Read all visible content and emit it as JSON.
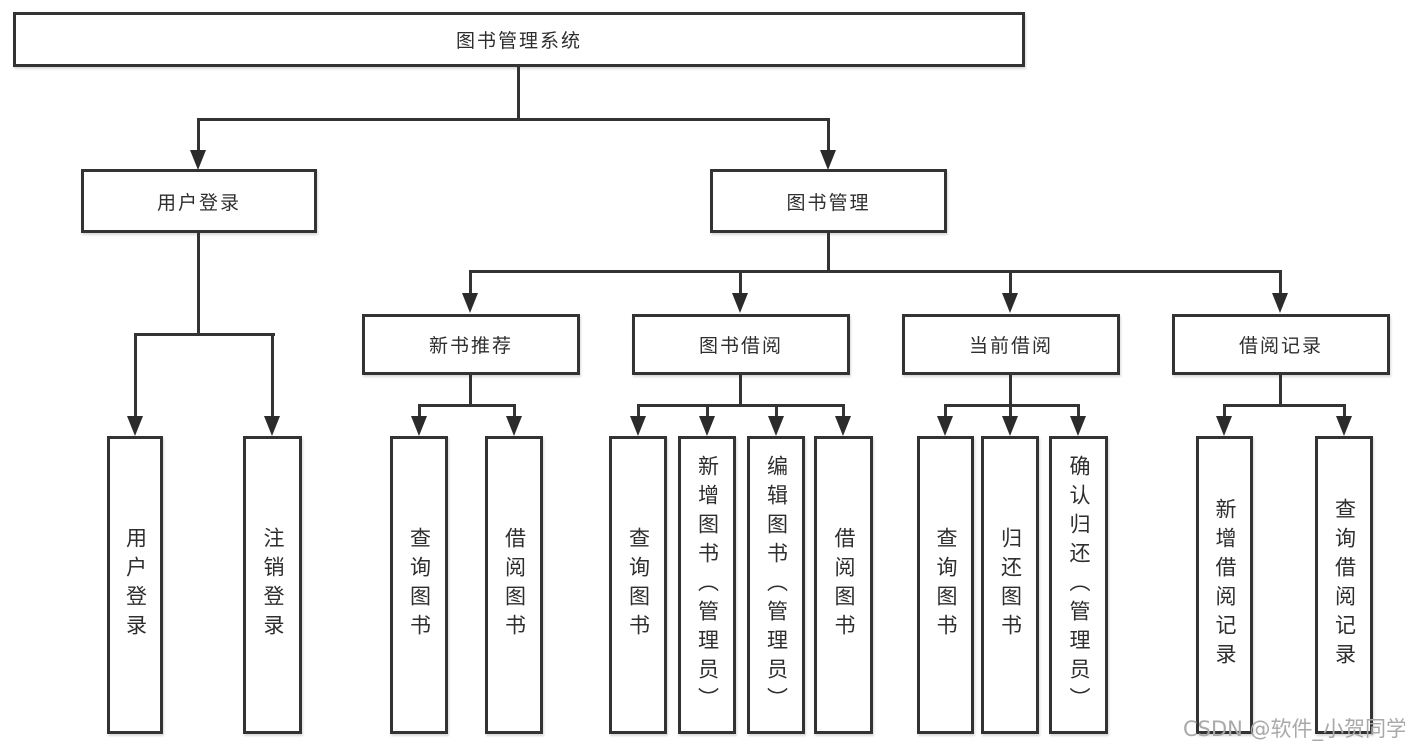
{
  "tree": {
    "root": {
      "label": "图书管理系统"
    },
    "branches": [
      {
        "label": "用户登录",
        "children": [
          {
            "label": "用户登录"
          },
          {
            "label": "注销登录"
          }
        ]
      },
      {
        "label": "图书管理",
        "children": [
          {
            "label": "新书推荐",
            "children": [
              {
                "label": "查询图书"
              },
              {
                "label": "借阅图书"
              }
            ]
          },
          {
            "label": "图书借阅",
            "children": [
              {
                "label": "查询图书"
              },
              {
                "label": "新增图书（管理员）"
              },
              {
                "label": "编辑图书（管理员）"
              },
              {
                "label": "借阅图书"
              }
            ]
          },
          {
            "label": "当前借阅",
            "children": [
              {
                "label": "查询图书"
              },
              {
                "label": "归还图书"
              },
              {
                "label": "确认归还（管理员）"
              }
            ]
          },
          {
            "label": "借阅记录",
            "children": [
              {
                "label": "新增借阅记录"
              },
              {
                "label": "查询借阅记录"
              }
            ]
          }
        ]
      }
    ]
  },
  "watermark": {
    "text": "CSDN @软件_小贺同学"
  },
  "colors": {
    "line": "#333333",
    "box_border": "#333333",
    "text": "#2e2e2e",
    "watermark": "#a9a9a9",
    "background": "#ffffff"
  }
}
